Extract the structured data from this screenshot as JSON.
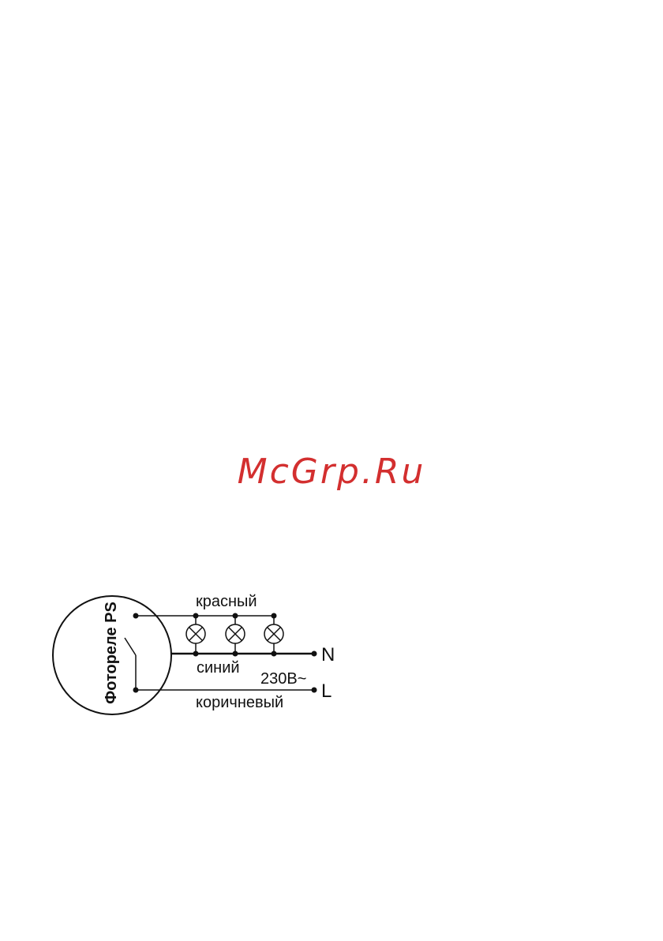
{
  "watermark": "McGrp.Ru",
  "diagram": {
    "device_label": "Фотореле PS",
    "wires": {
      "red": "красный",
      "blue": "синий",
      "brown": "коричневый"
    },
    "voltage": "230В~",
    "terminals": {
      "neutral": "N",
      "line": "L"
    },
    "lamp_count": 3,
    "stroke_color": "#111111"
  }
}
